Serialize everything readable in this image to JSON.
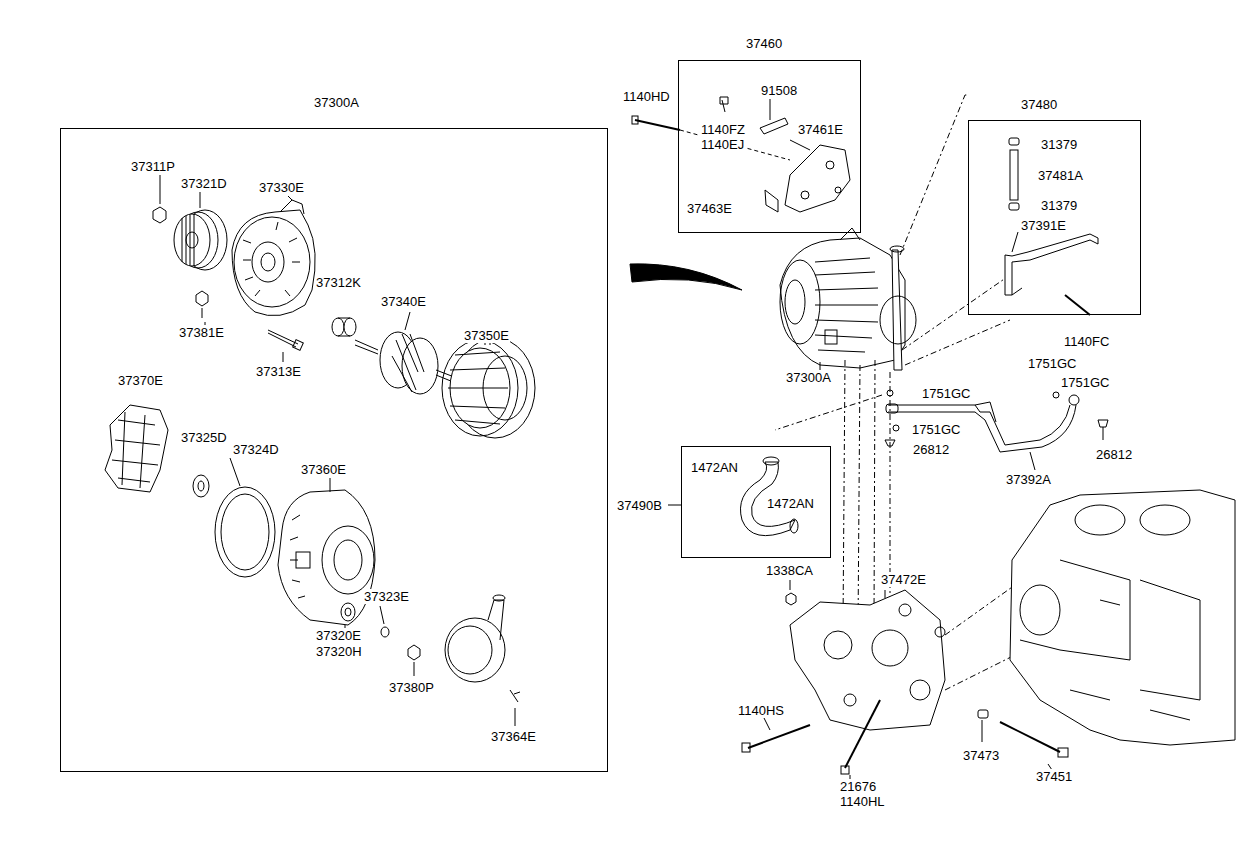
{
  "diagram": {
    "nodes": [
      {
        "text": [
          "37300A"
        ]
      },
      {
        "text": [
          "37460"
        ]
      },
      {
        "text": [
          "37480"
        ]
      },
      {
        "text": [
          "37490B"
        ]
      }
    ],
    "labels": [
      "37311P",
      "37321D",
      "37330E",
      "37381E",
      "37313E",
      "37312K",
      "37340E",
      "37350E",
      "37370E",
      "37325D",
      "37324D",
      "37360E",
      "37323E",
      "37320E",
      "37320H",
      "37380P",
      "37364E",
      "1140HD",
      "91508",
      "1140FZ",
      "1140EJ",
      "37461E",
      "37463E",
      "37300A",
      "31379",
      "37481A",
      "31379",
      "37391E",
      "1140FC",
      "1751GC",
      "1751GC",
      "1751GC",
      "1751GC",
      "26812",
      "26812",
      "37392A",
      "1472AN",
      "1472AN",
      "1338CA",
      "37472E",
      "1140HS",
      "21676",
      "1140HL",
      "37473",
      "37451"
    ]
  }
}
